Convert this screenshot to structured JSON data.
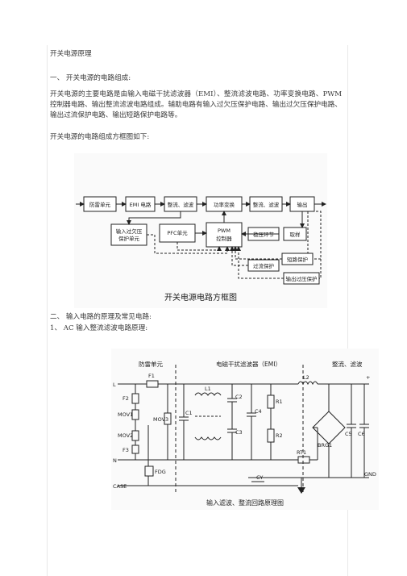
{
  "doc": {
    "title": "开关电源原理",
    "sec1_heading": "一、    开关电源的电路组成:",
    "sec1_para": "开关电源的主要电路是由输入电磁干扰滤波器（EMI）、整流滤波电路、功率变换电路、PWM控制器电路、输出整流滤波电路组成。辅助电路有输入过欠压保护电路、输出过欠压保护电路、输出过流保护电路、输出短路保护电路等。",
    "block_intro": "开关电源的电路组成方框图如下:",
    "sec2_heading": "二、    输入电路的原理及常见电路:",
    "sec2_sub": "1、 AC 输入整流滤波电路原理:"
  },
  "block_diagram": {
    "caption": "开关电源电路方框图",
    "blocks": {
      "surge": "防雷单元",
      "emi": "EMI 电路",
      "rect": "整流、滤波",
      "power": "功率变换",
      "outrect": "整流、滤波",
      "output": "输出",
      "ovuv": [
        "输入过欠压",
        "保护单元"
      ],
      "pfc": "PFC单元",
      "pwm": [
        "PWM",
        "控制器"
      ],
      "reg": "稳压环节",
      "sample": "取样",
      "short": "短路保护",
      "overcur": "过流保护",
      "outov": "输出过压保护"
    }
  },
  "circuit": {
    "caption": "输入滤波、整流回路原理图",
    "section_surge": "防雷单元",
    "section_emi": "电磁干扰滤波器（EMI）",
    "section_rect": "整流、滤波",
    "labels": {
      "F1": "F1",
      "F2": "F2",
      "F3": "F3",
      "MOV1": "MOV1",
      "MOV2": "MOV2",
      "MOV3": "MOV3",
      "FDG": "FDG",
      "C1": "C1",
      "L1": "L1",
      "L2": "L2",
      "C2": "C2",
      "C3": "C3",
      "C4": "C4",
      "CY": "CY",
      "R1": "R1",
      "R2": "R2",
      "RT1": "RT1",
      "BRG1": "BRG1",
      "C5": "C5",
      "C6": "C6",
      "L": "L",
      "N": "N",
      "CASE": "CASE",
      "GND": "GND",
      "plus": "+"
    }
  }
}
